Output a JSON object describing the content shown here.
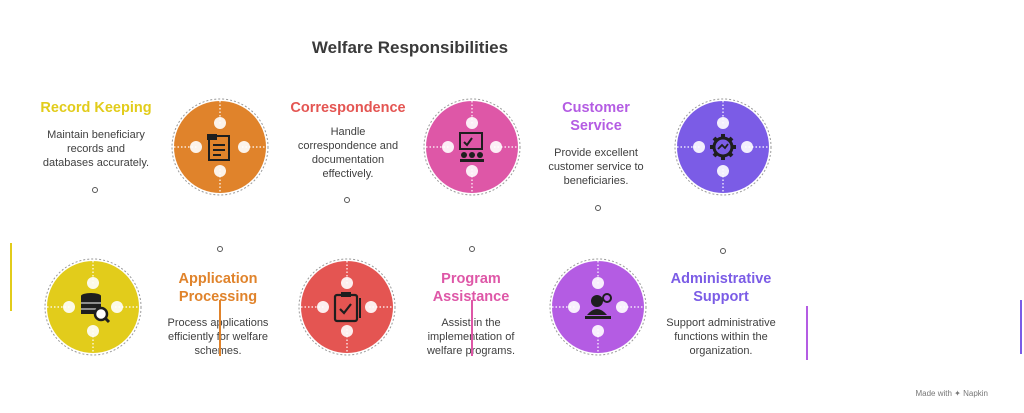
{
  "title": "Welfare Responsibilities",
  "footer": "Made with ✦ Napkin",
  "items": [
    {
      "title": "Record Keeping",
      "description": "Maintain beneficiary\nrecords and\ndatabases accurately.",
      "color": "#e2cc1b",
      "icon": "clipboard-icon"
    },
    {
      "title": "Correspondence",
      "description": "Handle\ncorrespondence and\ndocumentation\neffectively.",
      "color": "#e45552",
      "icon": "document-icon"
    },
    {
      "title": "Customer\nService",
      "description": "Provide excellent\ncustomer service to\nbeneficiaries.",
      "color": "#b45ce3",
      "icon": "gear-icon"
    },
    {
      "title": "Application\nProcessing",
      "description": "Process applications\nefficiently for welfare\nschemes.",
      "color": "#e0832b",
      "icon": "database-search-icon"
    },
    {
      "title": "Program\nAssistance",
      "description": "Assist in the\nimplementation of\nwelfare programs.",
      "color": "#de57a7",
      "icon": "presentation-icon"
    },
    {
      "title": "Administrative\nSupport",
      "description": "Support administrative\nfunctions within the\norganization.",
      "color": "#7b5ce6",
      "icon": "help-desk-icon"
    }
  ],
  "pieces": [
    {
      "color": "#e0832b",
      "icon": "document-icon"
    },
    {
      "color": "#de57a7",
      "icon": "presentation-icon"
    },
    {
      "color": "#7b5ce6",
      "icon": "gear-icon"
    },
    {
      "color": "#e2cc1b",
      "icon": "database-search-icon"
    },
    {
      "color": "#e45552",
      "icon": "clipboard-icon"
    },
    {
      "color": "#b45ce3",
      "icon": "help-desk-icon"
    }
  ]
}
